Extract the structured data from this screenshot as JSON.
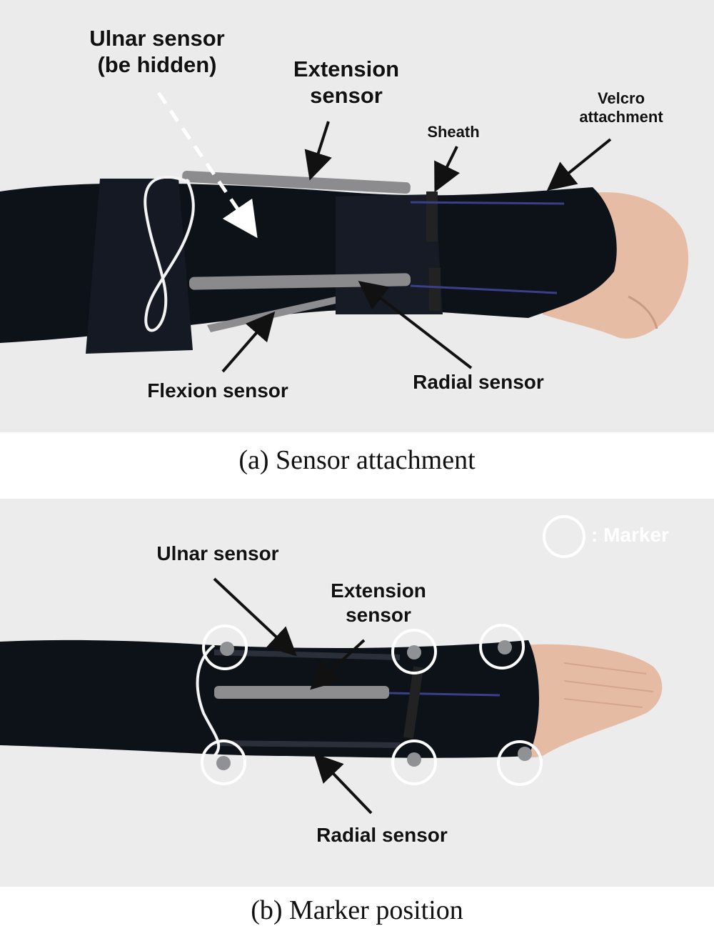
{
  "panel_a": {
    "labels": {
      "ulnar": "Ulnar sensor\n(be hidden)",
      "extension": "Extension\nsensor",
      "sheath": "Sheath",
      "velcro": "Velcro\nattachment",
      "flexion": "Flexion sensor",
      "radial": "Radial sensor"
    },
    "caption": "(a) Sensor attachment"
  },
  "panel_b": {
    "labels": {
      "ulnar": "Ulnar sensor",
      "extension": "Extension\nsensor",
      "radial": "Radial sensor",
      "marker_legend": ": Marker"
    },
    "caption": "(b) Marker position"
  },
  "colors": {
    "sleeve": "#0d1118",
    "skin": "#e9c0a8",
    "sensor": "#8a8a8c",
    "marker_circle": "#ffffff",
    "background": "#ebebeb"
  }
}
